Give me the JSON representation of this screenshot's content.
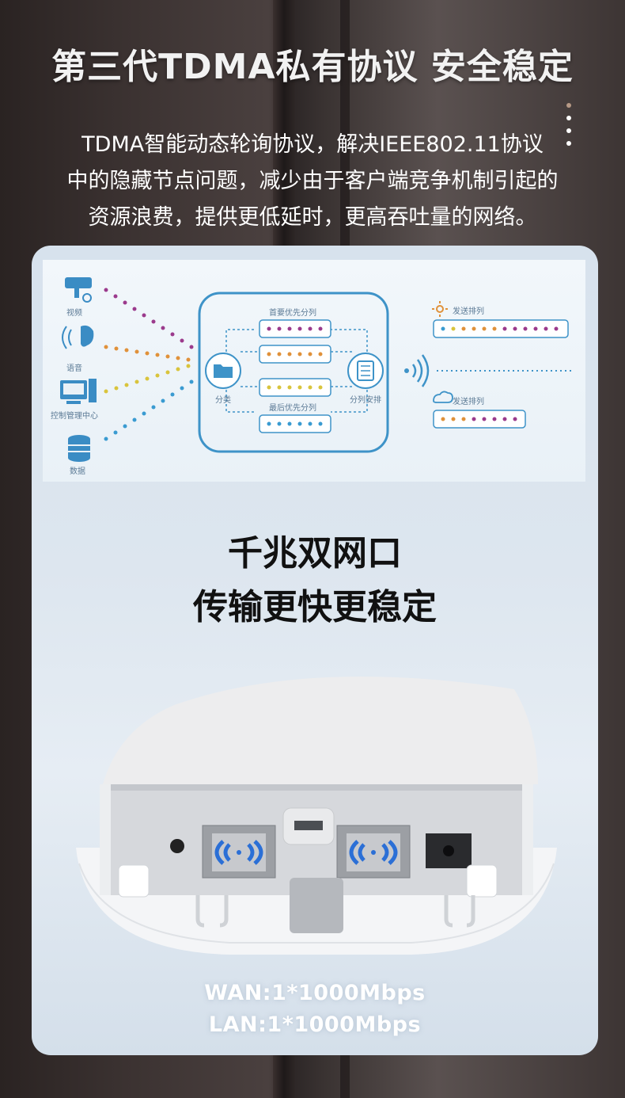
{
  "headline": "第三代TDMA私有协议 安全稳定",
  "description": {
    "line1": "TDMA智能动态轮询协议，解决IEEE802.11协议",
    "line2": "中的隐藏节点问题，减少由于客户端竞争机制引起的",
    "line3": "资源浪费，提供更低延时，更高吞吐量的网络。"
  },
  "diagram": {
    "sources": {
      "video": "视频",
      "voice": "语音",
      "control": "控制管理中心",
      "data": "数据"
    },
    "queue_top": "首要优先分列",
    "queue_bottom": "最后优先分列",
    "classify": "分类",
    "schedule": "分列安排",
    "send_top": "发送排列",
    "send_bottom": "发送排列",
    "colors": {
      "purple": "#9b3a8c",
      "orange": "#e0913a",
      "yellow": "#d9c43c",
      "blue": "#3a9bd1",
      "frame": "#3e93c8"
    }
  },
  "feature": {
    "line1": "千兆双网口",
    "line2": "传输更快更稳定"
  },
  "specs": {
    "wan": "WAN:1*1000Mbps",
    "lan": "LAN:1*1000Mbps"
  },
  "icons": [
    "camera-icon",
    "voice-icon",
    "computer-icon",
    "database-icon",
    "folder-icon",
    "checklist-icon",
    "signal-icon",
    "sun-icon",
    "cloud-icon"
  ]
}
